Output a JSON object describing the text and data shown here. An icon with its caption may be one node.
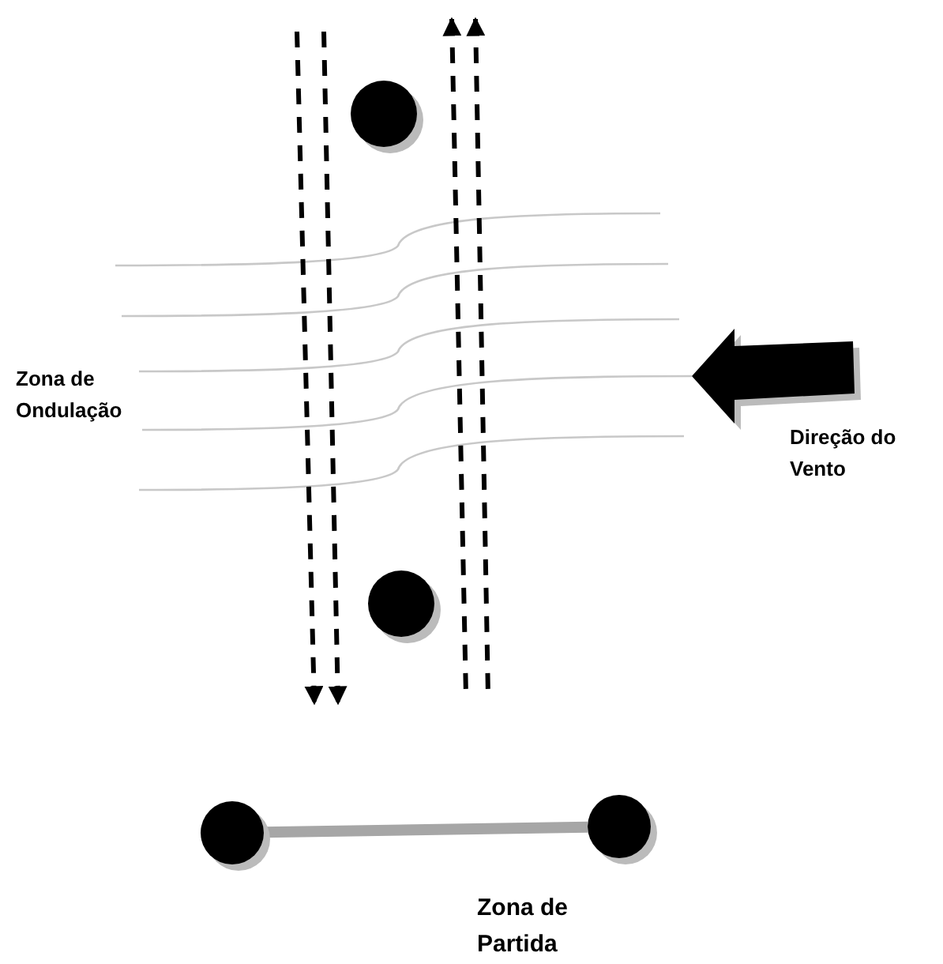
{
  "diagram": {
    "nodes": [
      {
        "text": [],
        "shape": "circle"
      },
      {
        "text": [],
        "shape": "circle"
      },
      {
        "text": [],
        "shape": "circle"
      },
      {
        "text": [],
        "shape": "circle"
      }
    ],
    "edges": [
      {
        "from": 2,
        "to": 3,
        "arrow": "none"
      }
    ],
    "labels": [
      "Zona de Ondulação",
      "Direção do Vento",
      "Zona de Partida"
    ]
  }
}
